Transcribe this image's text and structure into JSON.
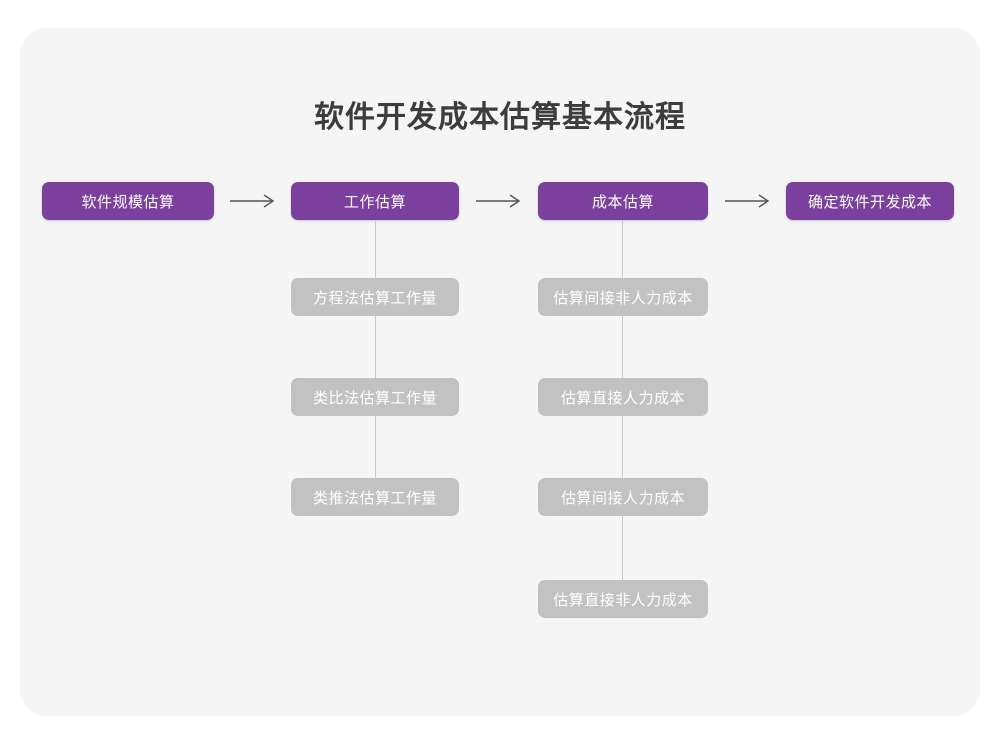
{
  "page": {
    "title": "软件开发成本估算基本流程",
    "background_color": "#ffffff",
    "card_color": "#f5f5f5",
    "primary_color": "#7b3f9d",
    "secondary_color": "#c2c2c2",
    "connector_color": "#c9c9c9",
    "arrow_color": "#545454"
  },
  "flow": {
    "arrow_glyph": "arrow-right-icon",
    "main_steps": [
      {
        "label": "软件规模估算"
      },
      {
        "label": "工作估算"
      },
      {
        "label": "成本估算"
      },
      {
        "label": "确定软件开发成本"
      }
    ],
    "branches": [
      {
        "parent": "工作估算",
        "items": [
          {
            "label": "方程法估算工作量"
          },
          {
            "label": "类比法估算工作量"
          },
          {
            "label": "类推法估算工作量"
          }
        ]
      },
      {
        "parent": "成本估算",
        "items": [
          {
            "label": "估算间接非人力成本"
          },
          {
            "label": "估算直接人力成本"
          },
          {
            "label": "估算间接人力成本"
          },
          {
            "label": "估算直接非人力成本"
          }
        ]
      }
    ]
  }
}
